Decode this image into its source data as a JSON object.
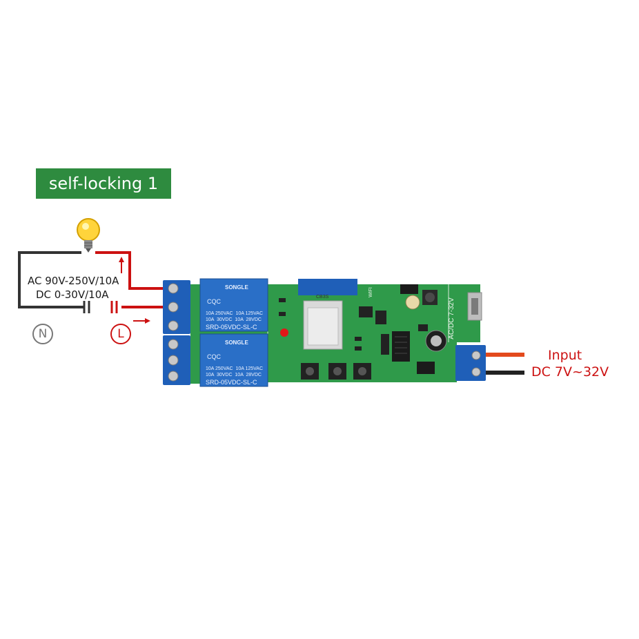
{
  "badge": {
    "text": "self-locking 1",
    "color": "#2e8b3f"
  },
  "load": {
    "rating_ac": "AC 90V-250V/10A",
    "rating_dc": "DC 0-30V/10A",
    "neutral_symbol": "N",
    "line_symbol": "L"
  },
  "power_input": {
    "line1": "Input",
    "line2": "DC 7V~32V",
    "color": "#cc1111"
  },
  "relays": [
    {
      "brand": "SONGLE",
      "logos": "CQC",
      "rating1": "10A 250VAC  10A 125VAC",
      "rating2": "10A  30VDC  10A  28VDC",
      "model": "SRD-05VDC-SL-C"
    },
    {
      "brand": "SONGLE",
      "logos": "CQC",
      "rating1": "10A 250VAC  10A 125VAC",
      "rating2": "10A  30VDC  10A  28VDC",
      "model": "SRD-05VDC-SL-C"
    }
  ],
  "board": {
    "module_label": "CB3S",
    "wifi_label": "WIFI",
    "supply_label": "AC/DC 7-32V"
  },
  "colors": {
    "pcb": "#2f9a4a",
    "terminal": "#1f5fb8",
    "relay": "#2a6fc7",
    "wire_live": "#cc1111",
    "wire_neutral": "#333333"
  }
}
